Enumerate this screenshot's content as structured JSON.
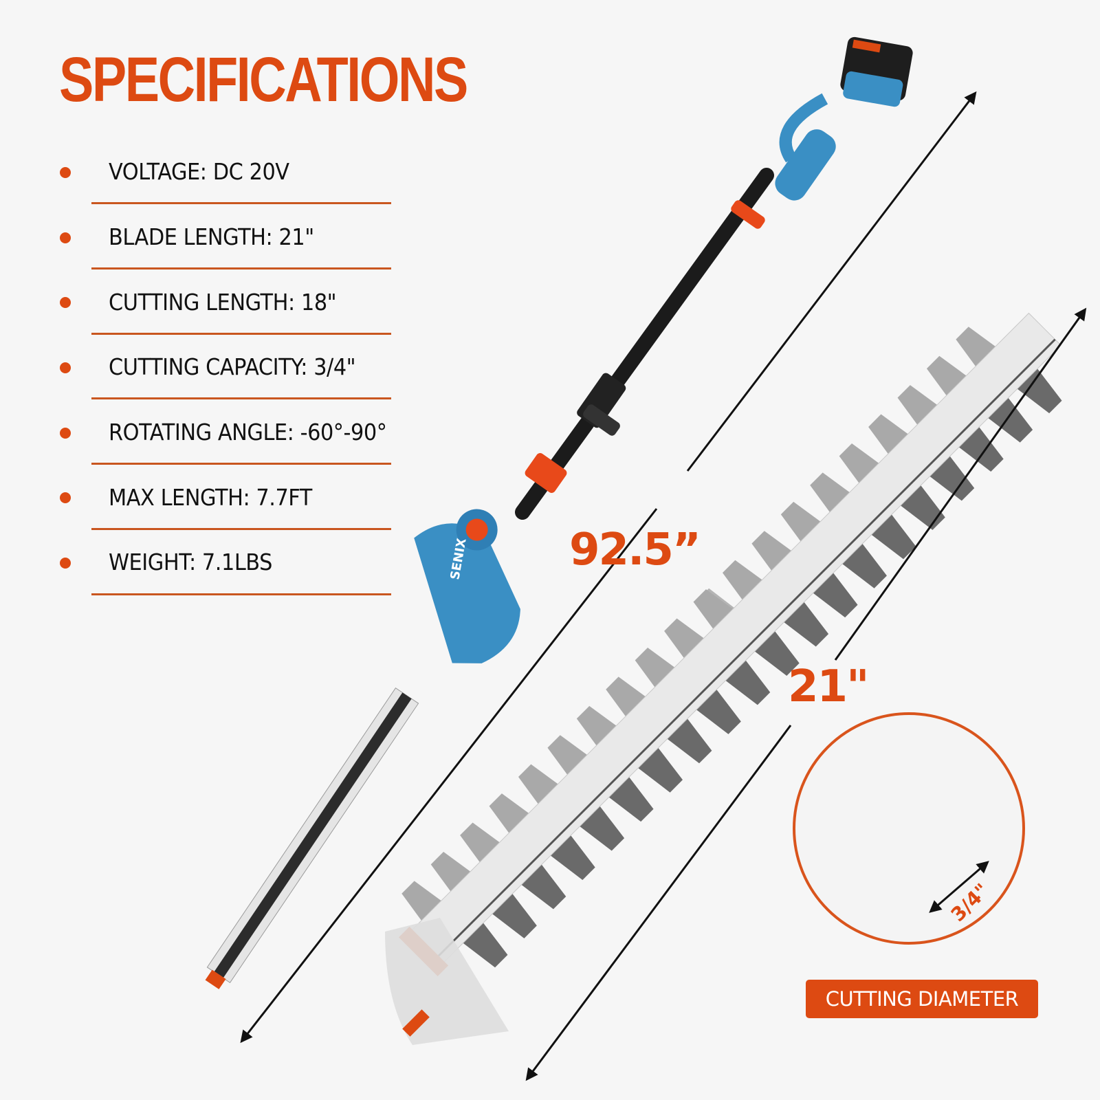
{
  "title": "SPECIFICATIONS",
  "specs": [
    {
      "label": "VOLTAGE: DC 20V"
    },
    {
      "label": "BLADE LENGTH: 21\""
    },
    {
      "label": "CUTTING LENGTH:  18\""
    },
    {
      "label": "CUTTING CAPACITY: 3/4\""
    },
    {
      "label": "ROTATING ANGLE: -60°-90°"
    },
    {
      "label": "MAX LENGTH: 7.7FT"
    },
    {
      "label": "WEIGHT: 7.1LBS"
    }
  ],
  "dimensions": {
    "total_length": "92.5”",
    "blade_length": "21\"",
    "cutting_diameter": "3/4\""
  },
  "badge": "CUTTING DIAMETER",
  "brand": "SENIX",
  "colors": {
    "accent": "#dd4a12",
    "tool_blue": "#3a8fc4",
    "background": "#f6f6f6"
  }
}
